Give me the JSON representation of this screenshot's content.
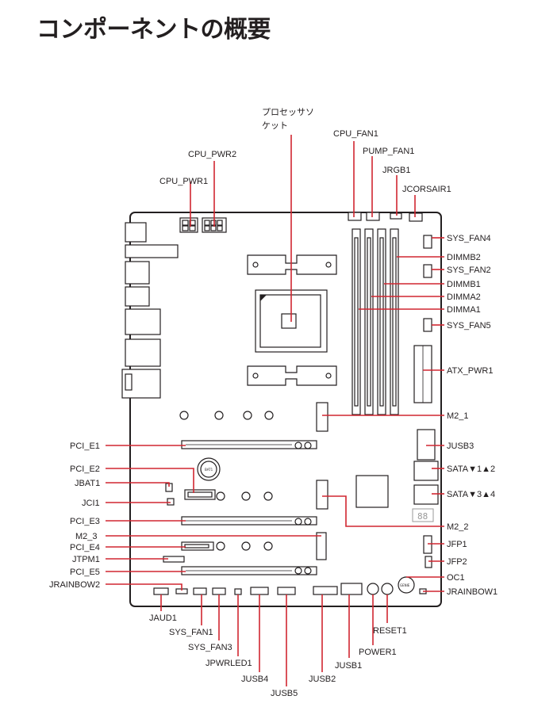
{
  "title": "コンポーネントの概要",
  "labels": {
    "processor_socket_1": "プロセッサソ",
    "processor_socket_2": "ケット",
    "cpu_pwr2": "CPU_PWR2",
    "cpu_pwr1": "CPU_PWR1",
    "cpu_fan1": "CPU_FAN1",
    "pump_fan1": "PUMP_FAN1",
    "jrgb1": "JRGB1",
    "jcorsair1": "JCORSAIR1",
    "sys_fan4": "SYS_FAN4",
    "dimmb2": "DIMMB2",
    "sys_fan2": "SYS_FAN2",
    "dimmb1": "DIMMB1",
    "dimma2": "DIMMA2",
    "dimma1": "DIMMA1",
    "sys_fan5": "SYS_FAN5",
    "atx_pwr1": "ATX_PWR1",
    "m2_1": "M2_1",
    "jusb3": "JUSB3",
    "sata12": "SATA▼1▲2",
    "sata34": "SATA▼3▲4",
    "m2_2": "M2_2",
    "jfp1": "JFP1",
    "jfp2": "JFP2",
    "oc1": "OC1",
    "jrainbow1": "JRAINBOW1",
    "pci_e1": "PCI_E1",
    "pci_e2": "PCI_E2",
    "jbat1": "JBAT1",
    "jci1": "JCI1",
    "pci_e3": "PCI_E3",
    "m2_3": "M2_3",
    "pci_e4": "PCI_E4",
    "jtpm1": "JTPM1",
    "pci_e5": "PCI_E5",
    "jrainbow2": "JRAINBOW2",
    "jaud1": "JAUD1",
    "sys_fan1": "SYS_FAN1",
    "sys_fan3": "SYS_FAN3",
    "jpwrled1": "JPWRLED1",
    "jusb4": "JUSB4",
    "jusb5": "JUSB5",
    "jusb2": "JUSB2",
    "jusb1": "JUSB1",
    "power1": "POWER1",
    "reset1": "RESET1"
  },
  "board_marks": {
    "battery": "BAT1",
    "oc_genie": "GENIE",
    "debug_led": "88"
  },
  "colors": {
    "leader": "#d12630",
    "outline": "#231f20"
  }
}
